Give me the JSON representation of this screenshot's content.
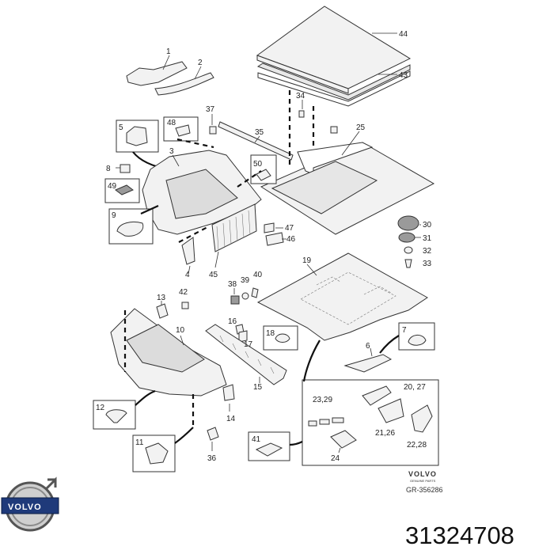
{
  "callouts": [
    "44",
    "43",
    "1",
    "2",
    "37",
    "34",
    "5",
    "48",
    "35",
    "25",
    "3",
    "8",
    "50",
    "49",
    "30",
    "31",
    "9",
    "47",
    "46",
    "32",
    "33",
    "4",
    "45",
    "19",
    "38",
    "39",
    "40",
    "13",
    "42",
    "10",
    "16",
    "18",
    "7",
    "17",
    "6",
    "15",
    "12",
    "14",
    "20, 27",
    "23,29",
    "21,26",
    "22,28",
    "41",
    "24",
    "11",
    "36"
  ],
  "brand": {
    "name": "VOLVO",
    "subtitle": "GENUINE PARTS",
    "reference": "GR-356286"
  },
  "logo": {
    "text": "VOLVO"
  },
  "part_number": "31324708"
}
